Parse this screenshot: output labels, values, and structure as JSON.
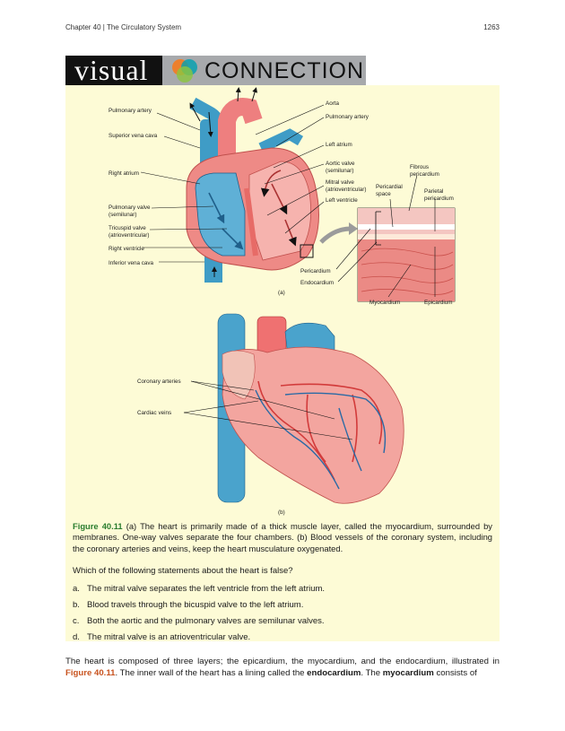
{
  "header": {
    "chapter": "Chapter 40 | The Circulatory System",
    "page_number": "1263"
  },
  "banner": {
    "word1": "visual",
    "word2": "CONNECTION"
  },
  "figure_a": {
    "labels_left": [
      "Pulmonary artery",
      "Superior vena cava",
      "Right atrium",
      "Pulmonary valve",
      "(semilunar)",
      "Tricuspid valve",
      "(atrioventricular)",
      "Right ventricle",
      "Inferior vena cava"
    ],
    "labels_right": [
      "Aorta",
      "Pulmonary artery",
      "Left atrium",
      "Aortic valve",
      "(semilunar)",
      "Mitral valve",
      "(atrioventricular)",
      "Left ventricle"
    ],
    "inset_labels": [
      "Fibrous",
      "pericardium",
      "Pericardial",
      "space",
      "Parietal",
      "pericardium",
      "Pericardium",
      "Endocardium",
      "Myocardium",
      "Epicardium"
    ],
    "panel": "(a)"
  },
  "figure_b": {
    "labels": [
      "Coronary arteries",
      "Cardiac veins"
    ],
    "panel": "(b)"
  },
  "caption": {
    "figure_number": "Figure 40.11",
    "text": " (a) The heart is primarily made of a thick muscle layer, called the myocardium, surrounded by membranes. One-way valves separate the four chambers. (b) Blood vessels of the coronary system, including the coronary arteries and veins, keep the heart musculature oxygenated."
  },
  "question": "Which of the following statements about the heart is false?",
  "options": [
    {
      "letter": "a.",
      "text": "The mitral valve separates the left ventricle from the left atrium."
    },
    {
      "letter": "b.",
      "text": "Blood travels through the bicuspid valve to the left atrium."
    },
    {
      "letter": "c.",
      "text": "Both the aortic and the pulmonary valves are semilunar valves."
    },
    {
      "letter": "d.",
      "text": "The mitral valve is an atrioventricular valve."
    }
  ],
  "body": {
    "t1": "The heart is composed of three layers; the epicardium, the myocardium, and the endocardium, illustrated in ",
    "ref": "Figure 40.11",
    "t2": ". The inner wall of the heart has a lining called the ",
    "b1": "endocardium",
    "t3": ". The ",
    "b2": "myocardium",
    "t4": " consists of"
  },
  "colors": {
    "figure_green": "#2a7d2e",
    "xref_orange": "#c8531f",
    "box_yellow": "#fdfbd6",
    "heart_red": "#ee8a86",
    "vessel_blue": "#3f9cc6"
  }
}
